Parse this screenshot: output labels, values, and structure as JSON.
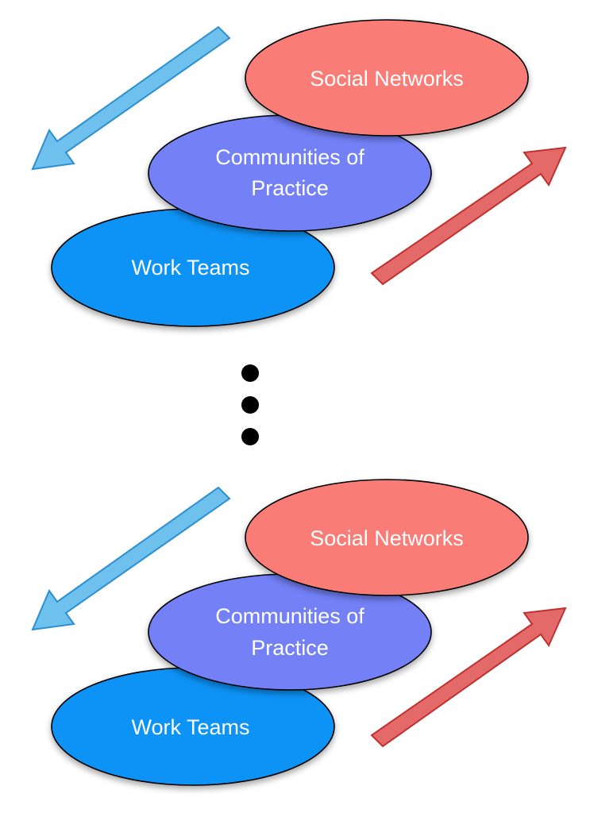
{
  "colors": {
    "social_networks": "#f97b77",
    "communities_of_practice": "#7380f6",
    "work_teams": "#0c92f6",
    "arrow_blue": "#6ec1ec",
    "arrow_red": "#e46a6a",
    "dots": "#000000"
  },
  "groups": [
    {
      "social_networks": "Social Networks",
      "communities_line1": "Communities of",
      "communities_line2": "Practice",
      "work_teams": "Work Teams"
    },
    {
      "social_networks": "Social Networks",
      "communities_line1": "Communities of",
      "communities_line2": "Practice",
      "work_teams": "Work Teams"
    }
  ],
  "ellipsis_dots": 3
}
